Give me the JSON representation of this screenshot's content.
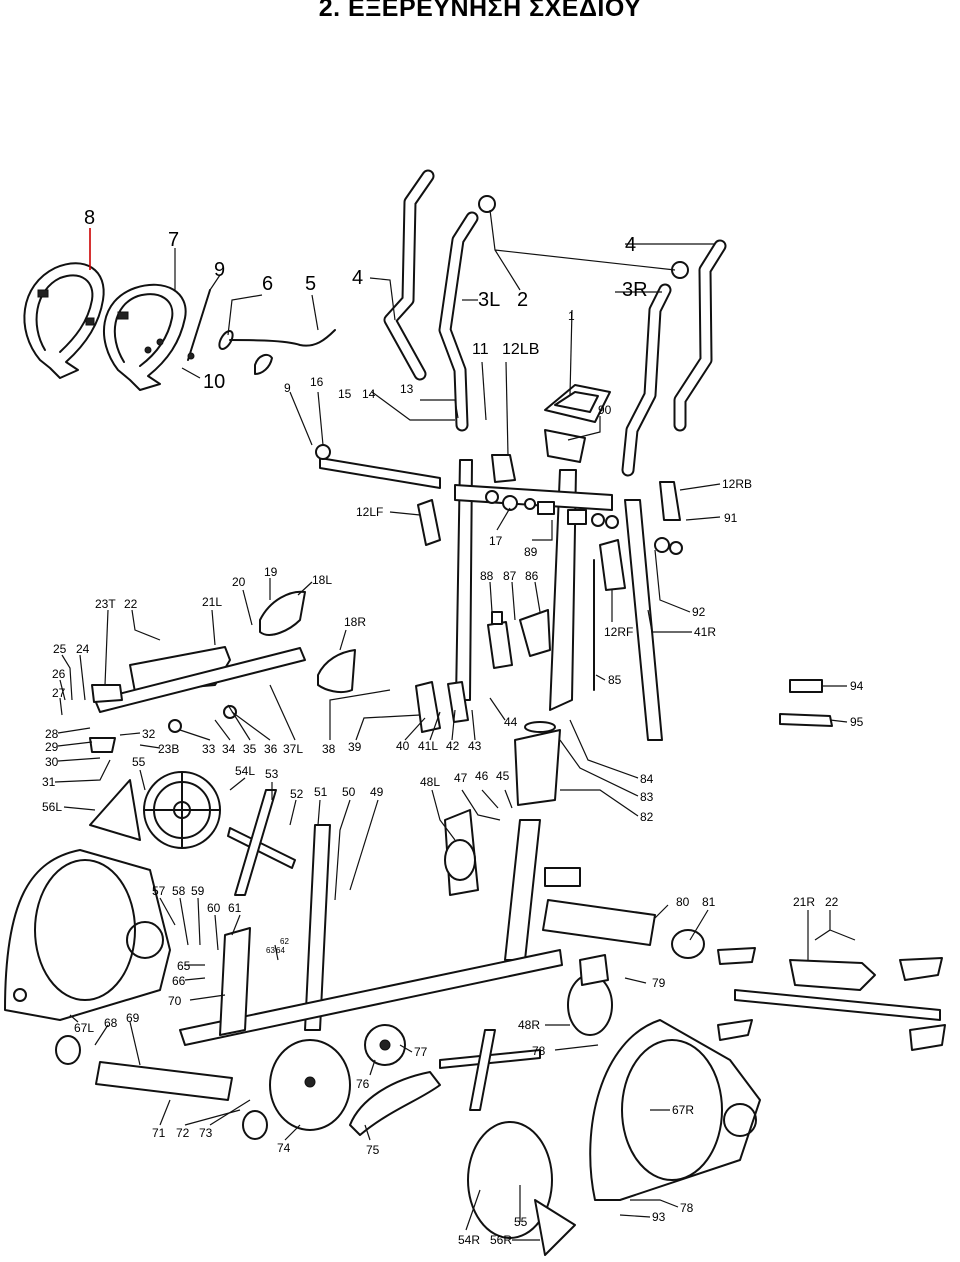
{
  "title": "2. ΕΞΕΡΕΥΝΗΣΗ ΣΧΕΔΙΟΥ",
  "accent_color": "#cc0000",
  "labels": {
    "l8": "8",
    "l7": "7",
    "l9a": "9",
    "l6": "6",
    "l5": "5",
    "l10": "10",
    "l4a": "4",
    "l3L": "3L",
    "l2": "2",
    "l4b": "4",
    "l3R": "3R",
    "l1": "1",
    "l11": "11",
    "l12LB": "12LB",
    "l9b": "9",
    "l16": "16",
    "l15": "15",
    "l14": "14",
    "l13": "13",
    "l90": "90",
    "l12RB": "12RB",
    "l91": "91",
    "l12LF": "12LF",
    "l17": "17",
    "l89": "89",
    "l88": "88",
    "l87": "87",
    "l86": "86",
    "l12RF": "12RF",
    "l92": "92",
    "l41R": "41R",
    "l85": "85",
    "l94": "94",
    "l95": "95",
    "l23T": "23T",
    "l22a": "22",
    "l21L": "21L",
    "l20": "20",
    "l19": "19",
    "l18L": "18L",
    "l18R": "18R",
    "l25": "25",
    "l24": "24",
    "l26": "26",
    "l27": "27",
    "l28": "28",
    "l29": "29",
    "l30": "30",
    "l31": "31",
    "l32": "32",
    "l23B": "23B",
    "l33": "33",
    "l34": "34",
    "l35": "35",
    "l36": "36",
    "l37L": "37L",
    "l38": "38",
    "l39": "39",
    "l40": "40",
    "l41L": "41L",
    "l42": "42",
    "l43": "43",
    "l44": "44",
    "l84": "84",
    "l83": "83",
    "l82": "82",
    "l55a": "55",
    "l54L": "54L",
    "l53": "53",
    "l52": "52",
    "l51": "51",
    "l50": "50",
    "l49": "49",
    "l48L": "48L",
    "l47": "47",
    "l46": "46",
    "l45": "45",
    "l56L": "56L",
    "l57": "57",
    "l58": "58",
    "l59": "59",
    "l60": "60",
    "l61": "61",
    "l62": "62",
    "l63": "63",
    "l64": "64",
    "l65": "65",
    "l66": "66",
    "l70": "70",
    "l80": "80",
    "l81": "81",
    "l21R": "21R",
    "l22b": "22",
    "l79": "79",
    "l67L": "67L",
    "l68": "68",
    "l69": "69",
    "l48R": "48R",
    "l78a": "78",
    "l77": "77",
    "l76": "76",
    "l67R": "67R",
    "l71": "71",
    "l72": "72",
    "l73": "73",
    "l74": "74",
    "l75": "75",
    "l93": "93",
    "l78b": "78",
    "l54R": "54R",
    "l56R": "56R",
    "l55b": "55"
  }
}
